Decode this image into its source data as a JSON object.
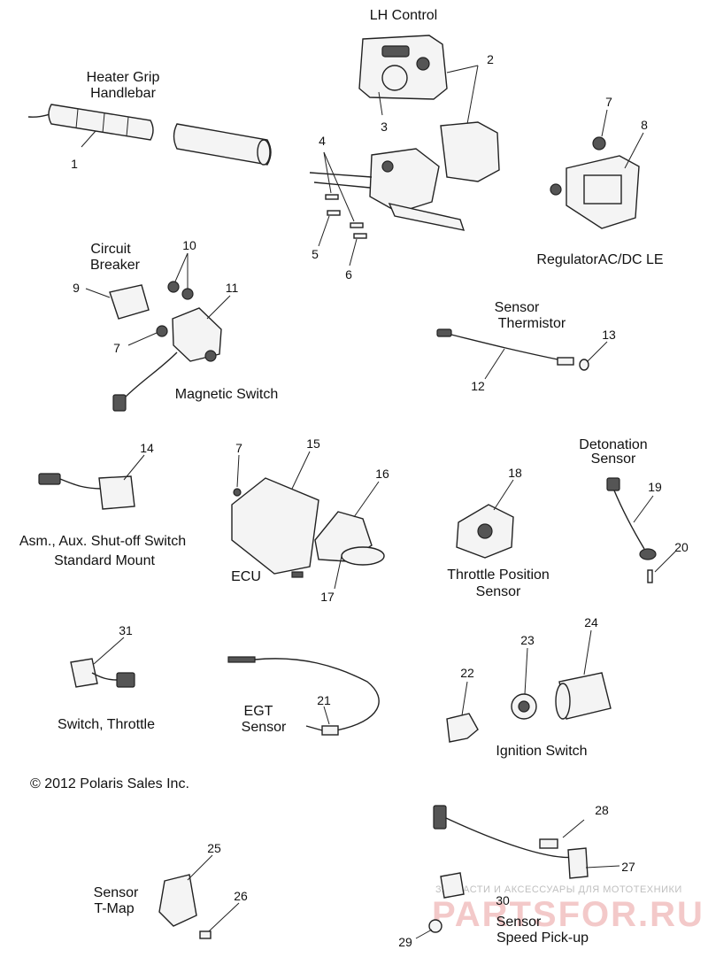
{
  "labels": {
    "lh_control": "LH Control",
    "heater_grip_1": "Heater Grip",
    "heater_grip_2": "Handlebar",
    "regulator": "RegulatorAC/DC LE",
    "circuit_breaker_1": "Circuit",
    "circuit_breaker_2": "Breaker",
    "magnetic_switch": "Magnetic Switch",
    "sensor_thermistor_1": "Sensor",
    "sensor_thermistor_2": "Thermistor",
    "aux_shutoff_1": "Asm., Aux. Shut-off Switch",
    "aux_shutoff_2": "Standard Mount",
    "ecu": "ECU",
    "throttle_position_1": "Throttle Position",
    "throttle_position_2": "Sensor",
    "detonation_1": "Detonation",
    "detonation_2": "Sensor",
    "switch_throttle": "Switch, Throttle",
    "egt_1": "EGT",
    "egt_2": "Sensor",
    "ignition_switch": "Ignition Switch",
    "copyright": "© 2012 Polaris Sales Inc.",
    "tmap_1": "Sensor",
    "tmap_2": "T-Map",
    "speed_1": "Sensor",
    "speed_2": "Speed Pick-up"
  },
  "callouts": {
    "c1": "1",
    "c2": "2",
    "c3": "3",
    "c4": "4",
    "c5": "5",
    "c6": "6",
    "c7a": "7",
    "c8": "8",
    "c9": "9",
    "c10": "10",
    "c11": "11",
    "c7b": "7",
    "c12": "12",
    "c13": "13",
    "c14": "14",
    "c7c": "7",
    "c15": "15",
    "c16": "16",
    "c17": "17",
    "c18": "18",
    "c19": "19",
    "c20": "20",
    "c31": "31",
    "c21": "21",
    "c22": "22",
    "c23": "23",
    "c24": "24",
    "c28": "28",
    "c25": "25",
    "c27": "27",
    "c26": "26",
    "c30": "30",
    "c29": "29"
  },
  "watermark": {
    "line1": "ЗАПЧАСТИ И АКСЕССУАРЫ ДЛЯ МОТОТЕХНИКИ",
    "line2": "PARTSFOR.RU"
  }
}
